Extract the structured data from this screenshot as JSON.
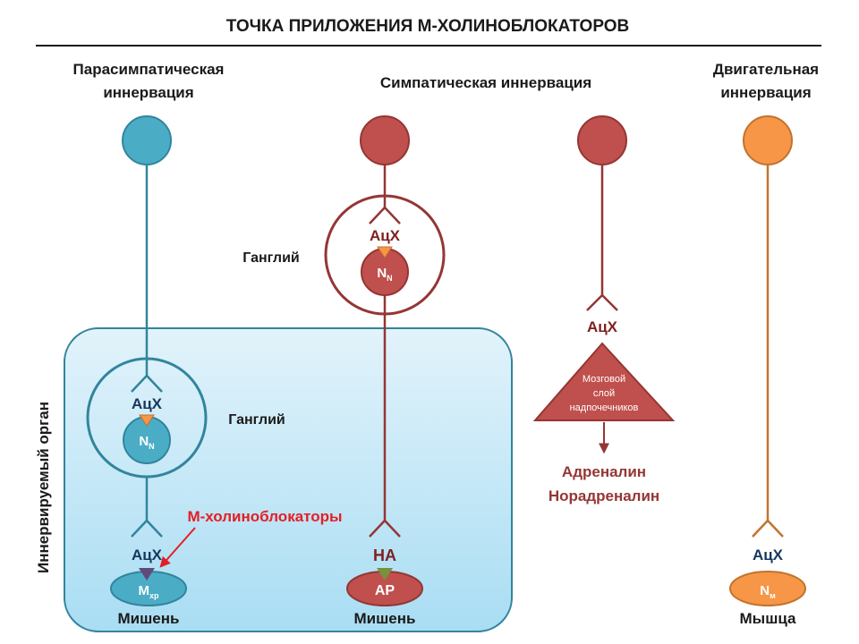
{
  "title": "ТОЧКА ПРИЛОЖЕНИЯ М-ХОЛИНОБЛОКАТОРОВ",
  "columns": {
    "parasympathetic": {
      "line1": "Парасимпатическая",
      "line2": "иннервация"
    },
    "sympathetic": {
      "label": "Симпатическая иннервация"
    },
    "motor": {
      "line1": "Двигательная",
      "line2": "иннервация"
    }
  },
  "organ_label": "Иннервируемый орган",
  "ganglion_label": "Ганглий",
  "labels": {
    "achx": "АцХ",
    "n": "N",
    "n_sub": "N",
    "m": "М",
    "m_sub": "хр",
    "nm": "N",
    "nm_sub": "м",
    "na": "НА",
    "ar": "АР",
    "target": "Мишень",
    "muscle": "Мышца",
    "blocker": "М-холиноблокаторы",
    "adrenal_line1": "Мозговой",
    "adrenal_line2": "слой",
    "adrenal_line3": "надпочечников",
    "adrenaline": "Адреналин",
    "noradrenaline": "Норадреналин"
  },
  "colors": {
    "para": "#4BACC6",
    "para_dark": "#31859C",
    "symp": "#C0504D",
    "symp_dark": "#943634",
    "motor": "#F79646",
    "motor_dark": "#C0742E",
    "achx_text": "#17375E",
    "symp_text": "#7F1F1F",
    "blocker_red": "#E41E26",
    "receptor_orange": "#F79646",
    "receptor_purple": "#604A7B",
    "receptor_green": "#76923C"
  }
}
